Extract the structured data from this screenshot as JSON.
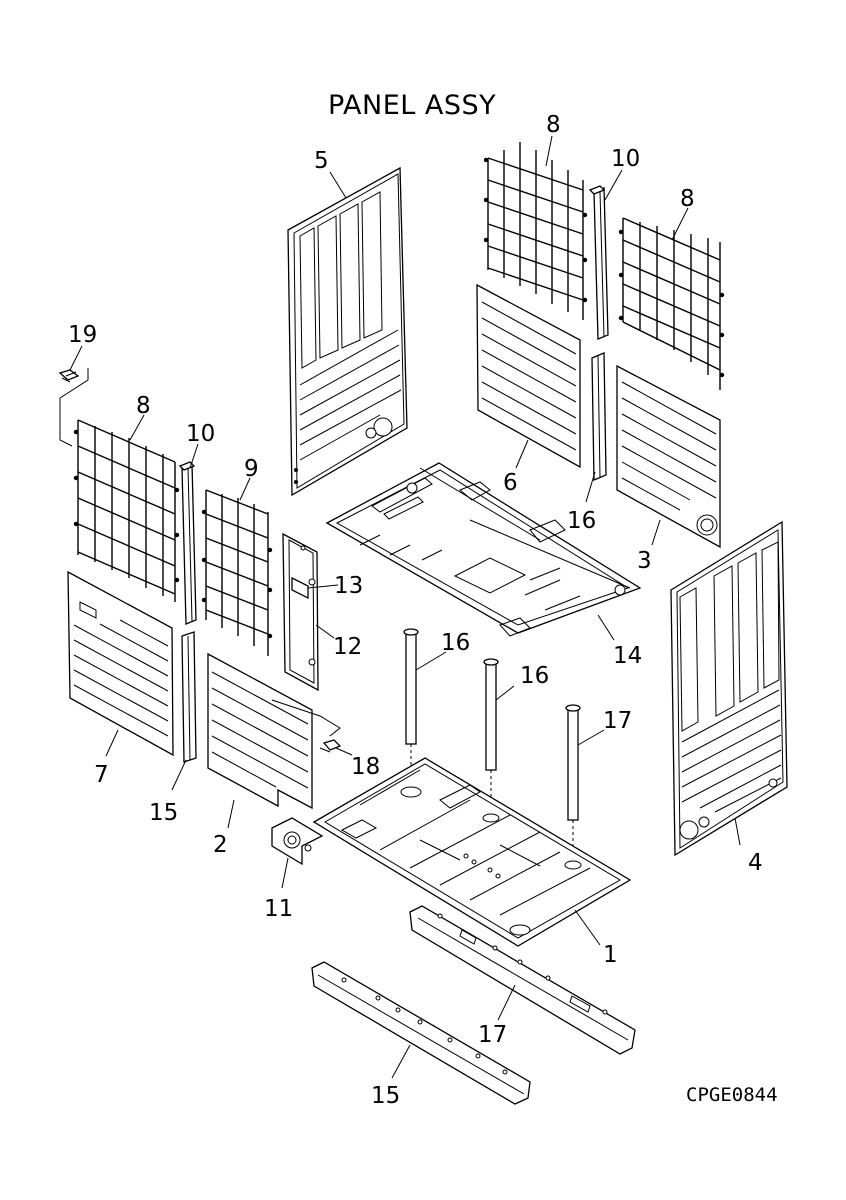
{
  "diagram": {
    "title": "PANEL ASSY",
    "drawing_code": "CPGE0844",
    "callouts": [
      {
        "id": "c1",
        "label": "1"
      },
      {
        "id": "c2",
        "label": "2"
      },
      {
        "id": "c3",
        "label": "3"
      },
      {
        "id": "c4",
        "label": "4"
      },
      {
        "id": "c5",
        "label": "5"
      },
      {
        "id": "c6",
        "label": "6"
      },
      {
        "id": "c7",
        "label": "7"
      },
      {
        "id": "c8a",
        "label": "8"
      },
      {
        "id": "c8b",
        "label": "8"
      },
      {
        "id": "c8c",
        "label": "8"
      },
      {
        "id": "c9",
        "label": "9"
      },
      {
        "id": "c10a",
        "label": "10"
      },
      {
        "id": "c10b",
        "label": "10"
      },
      {
        "id": "c11",
        "label": "11"
      },
      {
        "id": "c12",
        "label": "12"
      },
      {
        "id": "c13",
        "label": "13"
      },
      {
        "id": "c14",
        "label": "14"
      },
      {
        "id": "c15a",
        "label": "15"
      },
      {
        "id": "c15b",
        "label": "15"
      },
      {
        "id": "c16a",
        "label": "16"
      },
      {
        "id": "c16b",
        "label": "16"
      },
      {
        "id": "c16c",
        "label": "16"
      },
      {
        "id": "c17a",
        "label": "17"
      },
      {
        "id": "c17b",
        "label": "17"
      },
      {
        "id": "c18",
        "label": "18"
      },
      {
        "id": "c19",
        "label": "19"
      }
    ]
  }
}
